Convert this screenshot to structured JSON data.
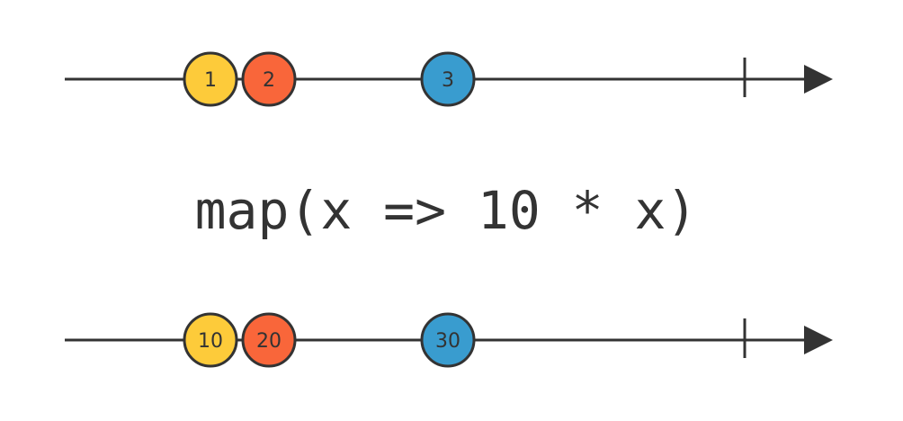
{
  "operator": {
    "label": "map(x => 10 * x)"
  },
  "colors": {
    "line": "#333333",
    "marble_yellow": "#FDCB3A",
    "marble_orange": "#F9663A",
    "marble_blue": "#399CCF"
  },
  "input_stream": {
    "marbles": [
      {
        "value": "1",
        "color": "#FDCB3A"
      },
      {
        "value": "2",
        "color": "#F9663A"
      },
      {
        "value": "3",
        "color": "#399CCF"
      }
    ]
  },
  "output_stream": {
    "marbles": [
      {
        "value": "10",
        "color": "#FDCB3A"
      },
      {
        "value": "20",
        "color": "#F9663A"
      },
      {
        "value": "30",
        "color": "#399CCF"
      }
    ]
  }
}
